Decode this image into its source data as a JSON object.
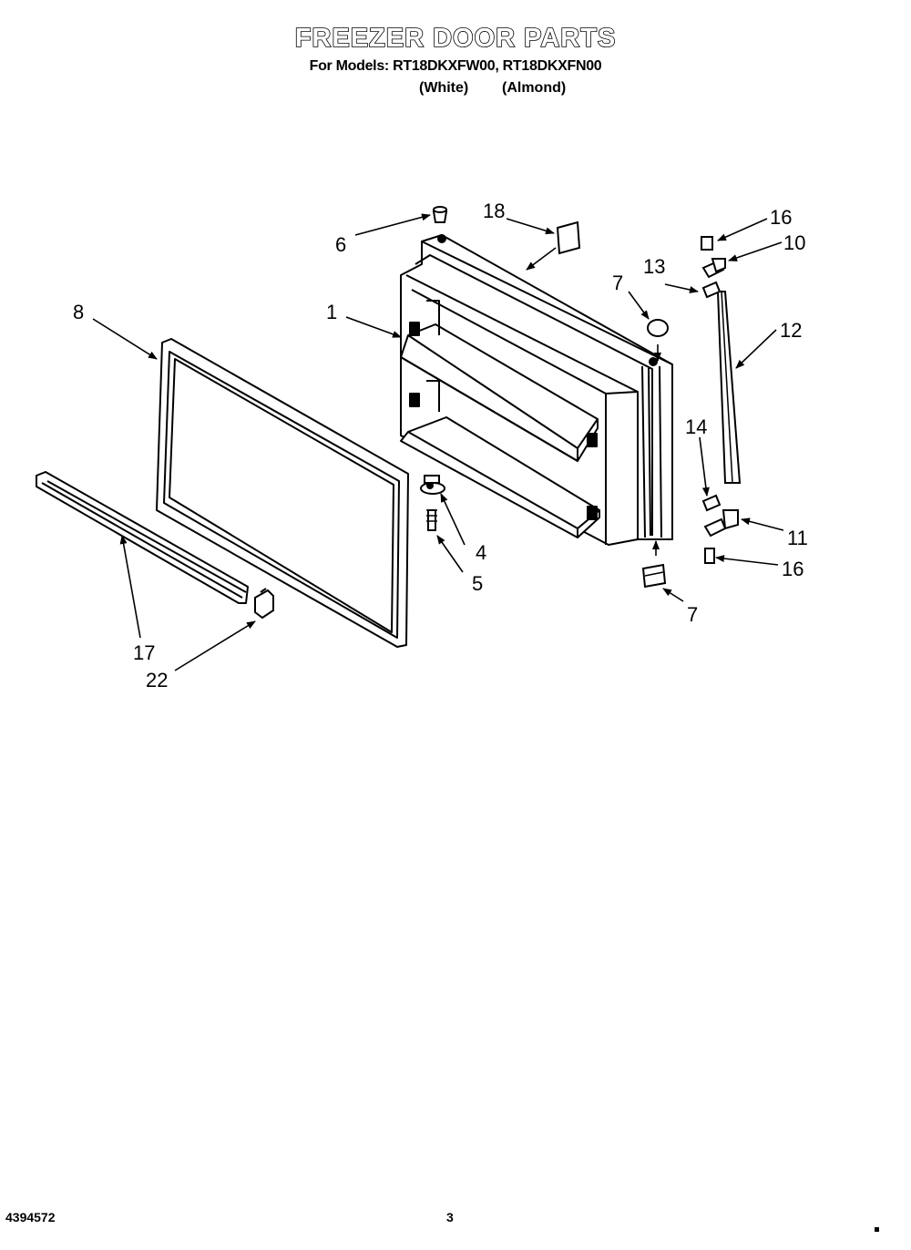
{
  "header": {
    "title": "FREEZER DOOR PARTS",
    "models_line": "For Models: RT18DKXFW00, RT18DKXFN00",
    "variant_1": "(White)",
    "variant_2": "(Almond)"
  },
  "callouts": {
    "c1": "1",
    "c4": "4",
    "c5": "5",
    "c6": "6",
    "c7a": "7",
    "c7b": "7",
    "c8": "8",
    "c10": "10",
    "c11": "11",
    "c12": "12",
    "c13": "13",
    "c14": "14",
    "c16a": "16",
    "c16b": "16",
    "c17": "17",
    "c18": "18",
    "c22": "22"
  },
  "footer": {
    "doc_number": "4394572",
    "page_number": "3"
  }
}
